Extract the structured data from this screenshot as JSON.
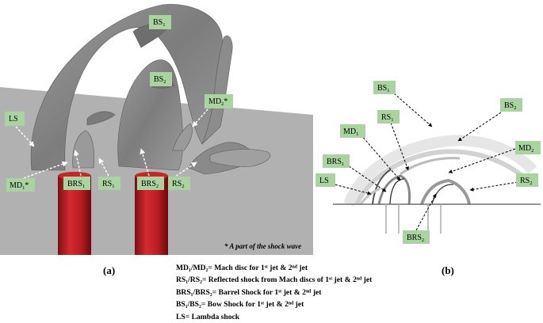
{
  "figure_a": {
    "caption": "(a)",
    "note": "* A part of the shock wave",
    "labels": {
      "bs1": "BS",
      "bs1_sub": "1",
      "bs2": "BS",
      "bs2_sub": "2",
      "md2": "MD",
      "md2_sub": "2",
      "md2_sup": "*",
      "ls": "LS",
      "md1": "MD",
      "md1_sub": "1",
      "md1_sup": "*",
      "brs1": "BRS",
      "brs1_sub": "1",
      "rs1": "RS",
      "rs1_sub": "1",
      "brs2": "BRS",
      "brs2_sub": "2",
      "rs2": "RS",
      "rs2_sub": "2"
    }
  },
  "figure_b": {
    "caption": "(b)",
    "labels": {
      "bs1": "BS",
      "bs1_sub": "1",
      "bs2": "BS",
      "bs2_sub": "2",
      "rs1": "RS",
      "rs1_sub": "1",
      "md1": "MD",
      "md1_sub": "1",
      "md2": "MD",
      "md2_sub": "2",
      "brs1": "BRS",
      "brs1_sub": "1",
      "ls": "LS",
      "rs2": "RS",
      "rs2_sub": "2",
      "brs2": "BRS",
      "brs2_sub": "2"
    }
  },
  "legend": {
    "line1": "MD₁/MD₂= Mach disc for 1ˢᵗ jet & 2ⁿᵈ jet",
    "line2": "RS₁/RS₂= Reflected shock from Mach discs of 1ˢᵗ jet & 2ⁿᵈ jet",
    "line3": "BRS₁/BRS₂= Barrel Shock for 1ˢᵗ jet & 2ⁿᵈ jet",
    "line4": "BS₁/BS₂= Bow Shock for 1ˢᵗ jet & 2ⁿᵈ jet",
    "line5": "LS= Lambda shock"
  }
}
